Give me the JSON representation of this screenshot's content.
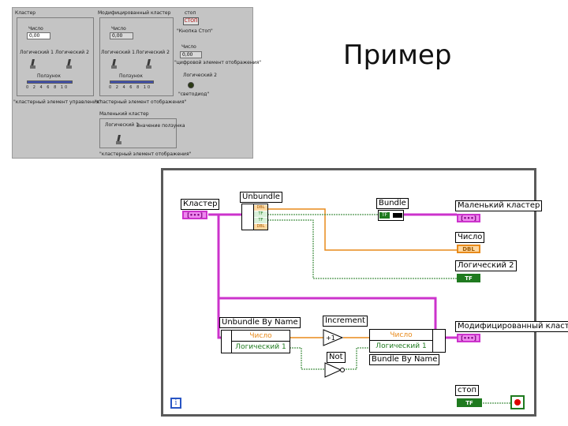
{
  "slide": {
    "title": "Пример"
  },
  "front_panel": {
    "cluster": {
      "label": "Кластер",
      "number_label": "Число",
      "number_value": "0,00",
      "bool1_label": "Логический 1",
      "bool2_label": "Логический 2",
      "slider_label": "Ползунок",
      "scale": "0 2 4 6 8 10",
      "caption": "\"кластерный элемент управления\""
    },
    "modified_cluster": {
      "label": "Модифицированный кластер",
      "number_label": "Число",
      "number_value": "0,00",
      "bool1_label": "Логический 1",
      "bool2_label": "Логический 2",
      "slider_label": "Ползунок",
      "scale": "0 2 4 6 8 10",
      "caption": "\"кластерный элемент отображения\""
    },
    "stop": {
      "label": "стоп",
      "button": "СТОП",
      "caption": "\"Кнопка Стоп\""
    },
    "number_ind": {
      "label": "Число",
      "value": "0,00",
      "caption": "\"цифровой элемент отображения\""
    },
    "bool2_ind": {
      "label": "Логический 2",
      "caption": "\"светодиод\""
    },
    "small_cluster": {
      "label": "Маленький кластер",
      "bool1_label": "Логический 1",
      "slider_label": "Значение ползунка",
      "caption": "\"кластерный элемент отображения\""
    }
  },
  "diagram": {
    "cluster_ctrl": {
      "label": "Кластер",
      "terminal": "[•••]"
    },
    "unbundle": {
      "label": "Unbundle",
      "rows": [
        "DBL",
        "TF",
        "TF",
        "DBL"
      ]
    },
    "bundle": {
      "label": "Bundle",
      "row": "TF"
    },
    "small_cluster_ind": {
      "label": "Маленький кластер",
      "terminal": "[•••]"
    },
    "number_ind": {
      "label": "Число",
      "terminal": "DBL"
    },
    "bool2_ind": {
      "label": "Логический 2",
      "terminal": "TF"
    },
    "unbundle_by_name": {
      "label": "Unbundle By Name",
      "row1": "Число",
      "row2": "Логический 1"
    },
    "increment": {
      "label": "Increment",
      "symbol": "+1"
    },
    "not": {
      "label": "Not"
    },
    "bundle_by_name": {
      "label": "Bundle By Name",
      "row1": "Число",
      "row2": "Логический 1"
    },
    "modified_ind": {
      "label": "Модифицированный кластер",
      "terminal": "[•••]"
    },
    "stop_ctrl": {
      "label": "стоп",
      "terminal": "TF"
    },
    "info_icon": "i"
  },
  "colors": {
    "cluster_wire": "#cc33cc",
    "number_wire": "#e88a1a",
    "bool_wire": "#1f7a1f"
  }
}
